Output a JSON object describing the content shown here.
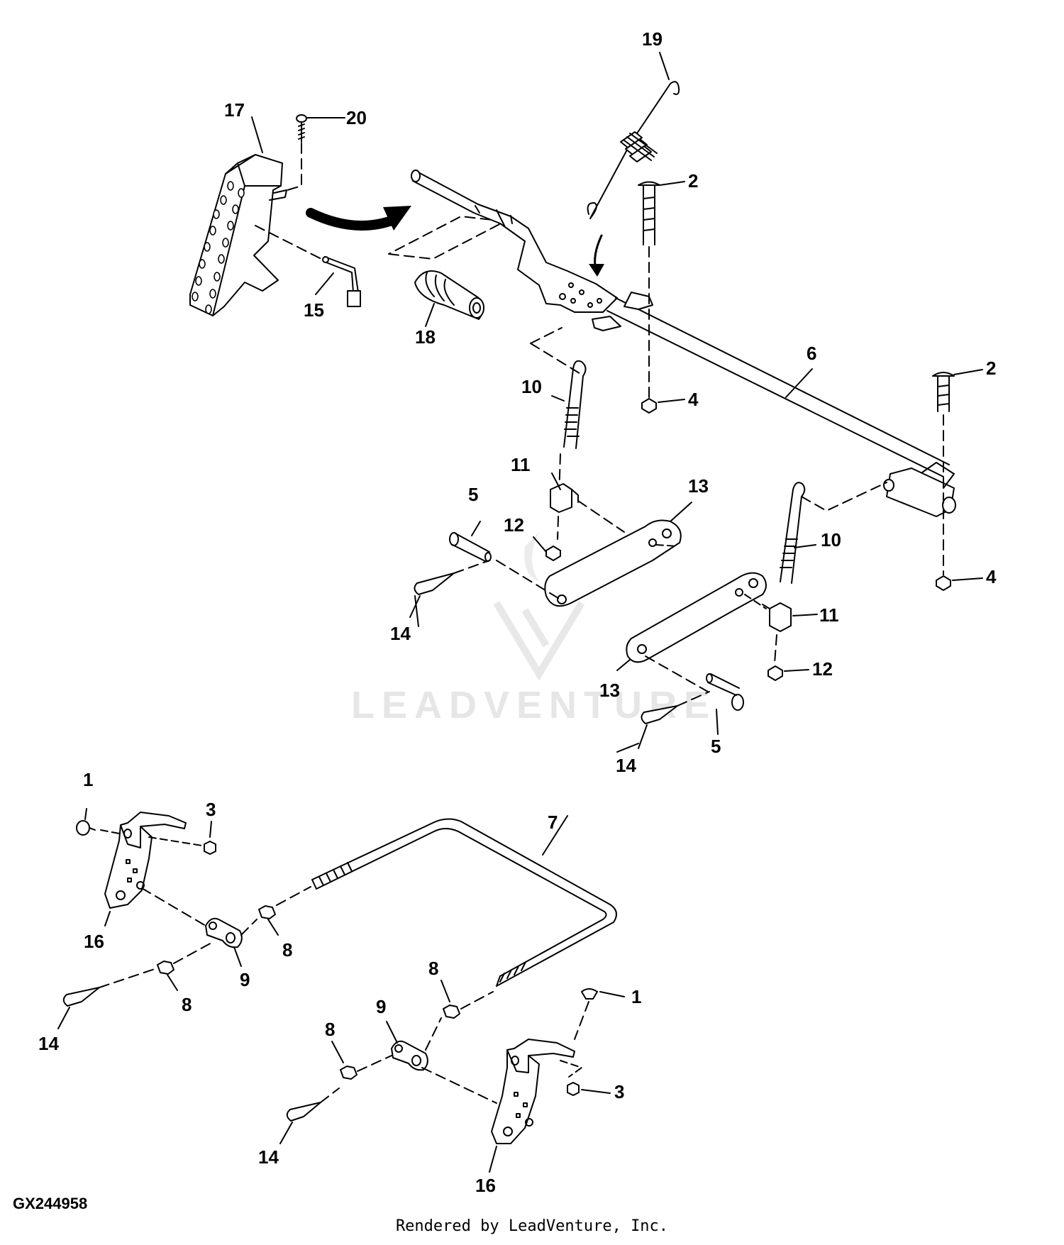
{
  "diagram": {
    "figure_id": "GX244958",
    "footer": "Rendered by LeadVenture, Inc.",
    "watermark": "LEADVENTURE",
    "callouts": [
      {
        "id": "c17",
        "label": "17"
      },
      {
        "id": "c20",
        "label": "20"
      },
      {
        "id": "c19",
        "label": "19"
      },
      {
        "id": "c2a",
        "label": "2"
      },
      {
        "id": "c15",
        "label": "15"
      },
      {
        "id": "c18",
        "label": "18"
      },
      {
        "id": "c2b",
        "label": "2"
      },
      {
        "id": "c6",
        "label": "6"
      },
      {
        "id": "c10a",
        "label": "10"
      },
      {
        "id": "c4a",
        "label": "4"
      },
      {
        "id": "c11a",
        "label": "11"
      },
      {
        "id": "c13a",
        "label": "13"
      },
      {
        "id": "c5a",
        "label": "5"
      },
      {
        "id": "c12a",
        "label": "12"
      },
      {
        "id": "c10b",
        "label": "10"
      },
      {
        "id": "c4b",
        "label": "4"
      },
      {
        "id": "c14a",
        "label": "14"
      },
      {
        "id": "c11b",
        "label": "11"
      },
      {
        "id": "c13b",
        "label": "13"
      },
      {
        "id": "c12b",
        "label": "12"
      },
      {
        "id": "c5b",
        "label": "5"
      },
      {
        "id": "c14b",
        "label": "14"
      },
      {
        "id": "c1a",
        "label": "1"
      },
      {
        "id": "c3a",
        "label": "3"
      },
      {
        "id": "c7",
        "label": "7"
      },
      {
        "id": "c16a",
        "label": "16"
      },
      {
        "id": "c8a",
        "label": "8"
      },
      {
        "id": "c9a",
        "label": "9"
      },
      {
        "id": "c8b",
        "label": "8"
      },
      {
        "id": "c14c",
        "label": "14"
      },
      {
        "id": "c8c",
        "label": "8"
      },
      {
        "id": "c9b",
        "label": "9"
      },
      {
        "id": "c1b",
        "label": "1"
      },
      {
        "id": "c8d",
        "label": "8"
      },
      {
        "id": "c3b",
        "label": "3"
      },
      {
        "id": "c14d",
        "label": "14"
      },
      {
        "id": "c16b",
        "label": "16"
      }
    ]
  }
}
